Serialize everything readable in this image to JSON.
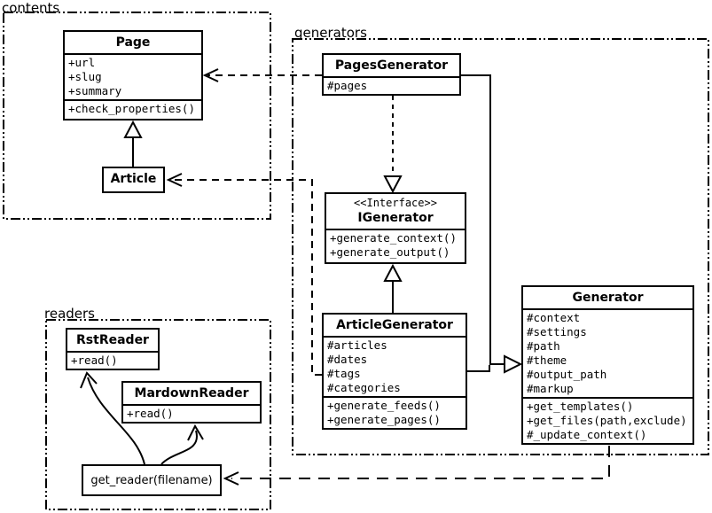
{
  "diagram": {
    "packages": {
      "contents": "contents",
      "generators": "generators",
      "readers": "readers"
    },
    "classes": {
      "page": {
        "name": "Page",
        "attributes": [
          "+url",
          "+slug",
          "+summary"
        ],
        "methods": [
          "+check_properties()"
        ]
      },
      "article": {
        "name": "Article"
      },
      "pages_generator": {
        "name": "PagesGenerator",
        "attributes": [
          "#pages"
        ]
      },
      "igenerator": {
        "stereotype": "<<Interface>>",
        "name": "IGenerator",
        "methods": [
          "+generate_context()",
          "+generate_output()"
        ]
      },
      "article_generator": {
        "name": "ArticleGenerator",
        "attributes": [
          "#articles",
          "#dates",
          "#tags",
          "#categories"
        ],
        "methods": [
          "+generate_feeds()",
          "+generate_pages()"
        ]
      },
      "generator": {
        "name": "Generator",
        "attributes": [
          "#context",
          "#settings",
          "#path",
          "#theme",
          "#output_path",
          "#markup"
        ],
        "methods": [
          "+get_templates()",
          "+get_files(path,exclude)",
          "#_update_context()"
        ]
      },
      "rst_reader": {
        "name": "RstReader",
        "methods": [
          "+read()"
        ]
      },
      "markdown_reader": {
        "name": "MardownReader",
        "methods": [
          "+read()"
        ]
      },
      "get_reader": {
        "label": "get_reader(filename)"
      }
    },
    "colors": {
      "line": "#000000",
      "background": "#ffffff"
    }
  }
}
